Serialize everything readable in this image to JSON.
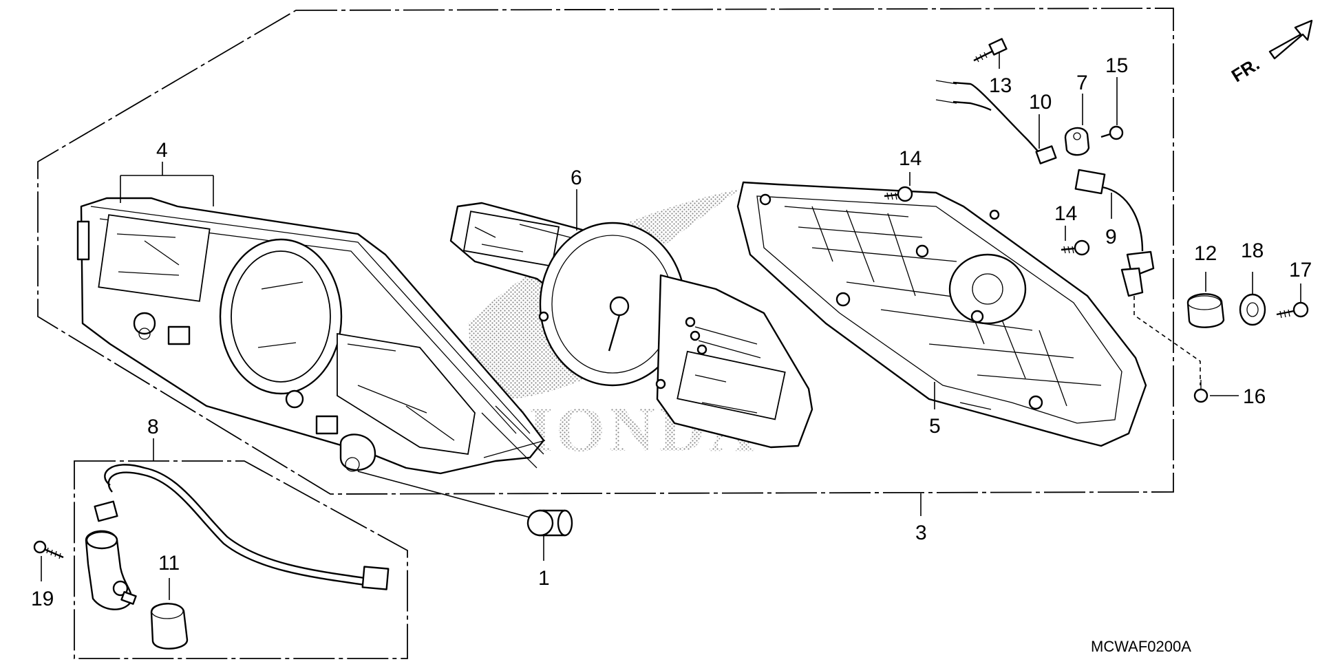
{
  "diagram": {
    "reference_code": "MCWAF0200A",
    "direction_label": "FR.",
    "watermark": "HONDA",
    "callouts": {
      "c1": "1",
      "c3": "3",
      "c4": "4",
      "c5": "5",
      "c6": "6",
      "c7": "7",
      "c8": "8",
      "c9": "9",
      "c10": "10",
      "c11": "11",
      "c12": "12",
      "c13": "13",
      "c14a": "14",
      "c14b": "14",
      "c15": "15",
      "c16": "16",
      "c17": "17",
      "c18": "18",
      "c19": "19"
    }
  }
}
